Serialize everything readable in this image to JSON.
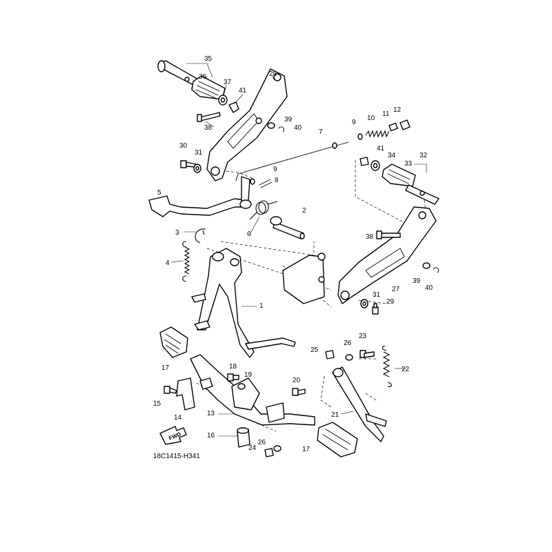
{
  "diagram": {
    "code": "18C1415-H341",
    "fwd_label": "FWD",
    "labels": [
      "35",
      "36",
      "37",
      "41",
      "28",
      "38",
      "39",
      "40",
      "12",
      "11",
      "10",
      "9",
      "7",
      "30",
      "31",
      "9",
      "8",
      "41",
      "34",
      "33",
      "32",
      "5",
      "2",
      "6",
      "3",
      "38",
      "4",
      "27",
      "39",
      "40",
      "31",
      "29",
      "1",
      "17",
      "25",
      "26",
      "23",
      "22",
      "18",
      "19",
      "20",
      "15",
      "14",
      "13",
      "21",
      "16",
      "26",
      "24",
      "17"
    ]
  },
  "colors": {
    "line": "#000000",
    "background": "#ffffff"
  }
}
